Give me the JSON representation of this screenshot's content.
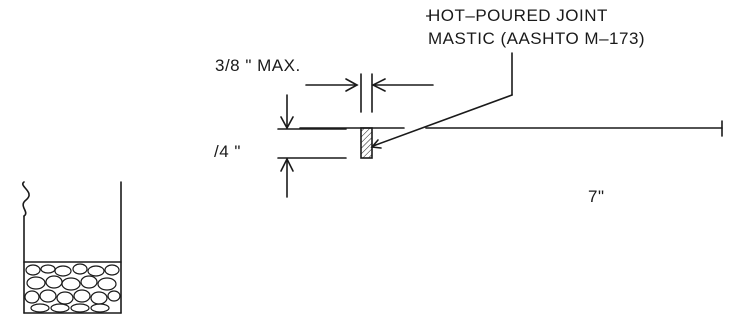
{
  "drawing": {
    "callout_line1": "HOT–POURED JOINT",
    "callout_line2": "MASTIC (AASHTO M–173)",
    "gap_label": "3/8 \" MAX.",
    "depth_label": "/4 \"",
    "width_label": "7\""
  }
}
